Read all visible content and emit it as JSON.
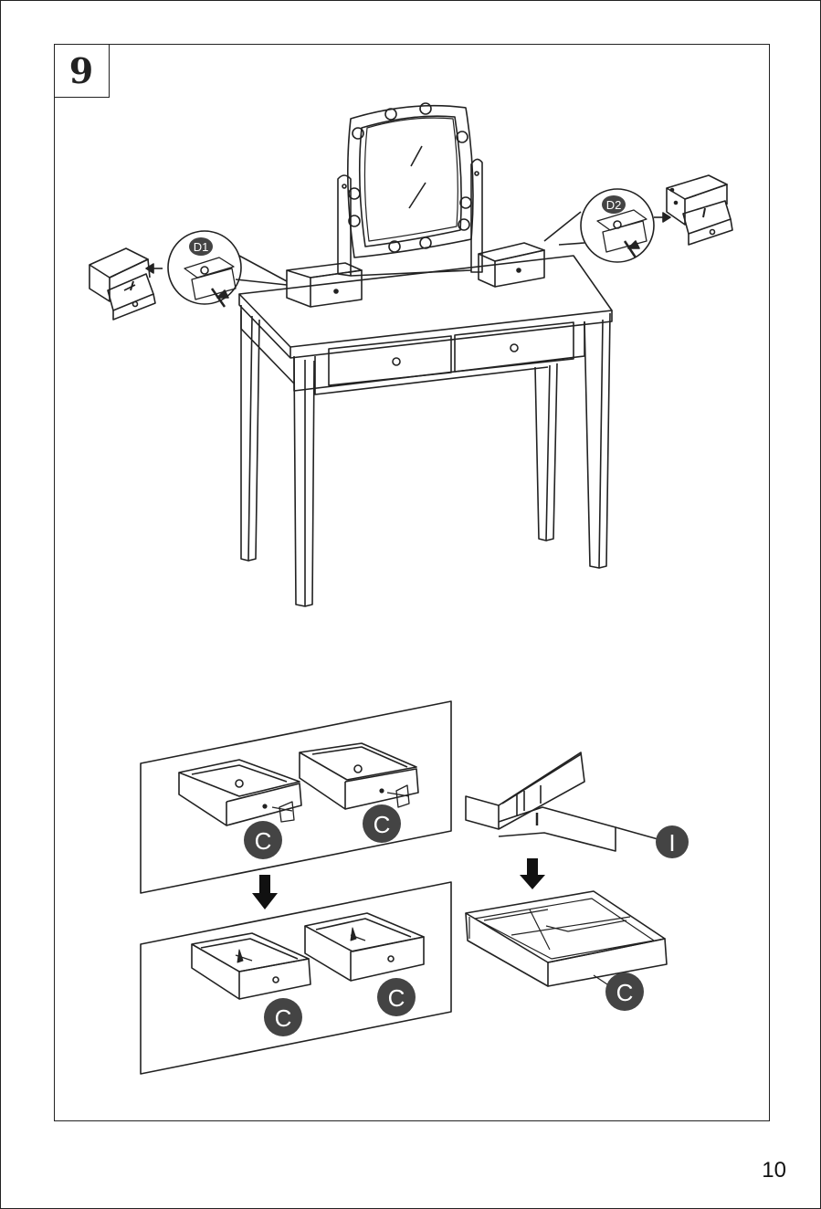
{
  "step": {
    "number": "9"
  },
  "page": {
    "number": "10"
  },
  "labels": {
    "drawer_left": "D1",
    "drawer_right": "D2",
    "knob_part": "C",
    "divider_part": "I"
  },
  "colors": {
    "line": "#222222",
    "badge": "#444444",
    "background": "#ffffff"
  }
}
